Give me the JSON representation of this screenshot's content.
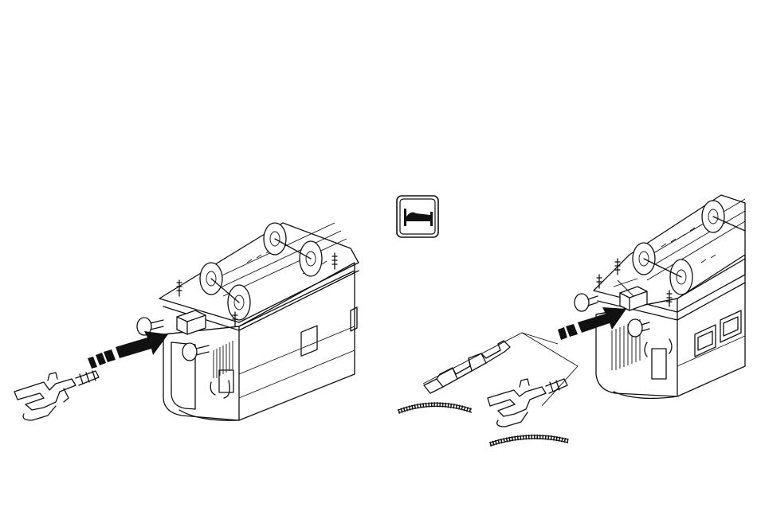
{
  "colors": {
    "line": "#111111",
    "background": "#ffffff"
  },
  "figures": [
    {
      "id": "left",
      "subject": "coach-end-with-coupler",
      "action": "insert-coupler"
    },
    {
      "id": "right",
      "subject": "coach-end-with-close-coupling-kinematics",
      "action": "insert-coupler"
    }
  ],
  "icons": {
    "sleeper": "sleeping-car-bed-icon",
    "arrow": "insertion-arrow-icon",
    "track": "curved-track-icon"
  }
}
